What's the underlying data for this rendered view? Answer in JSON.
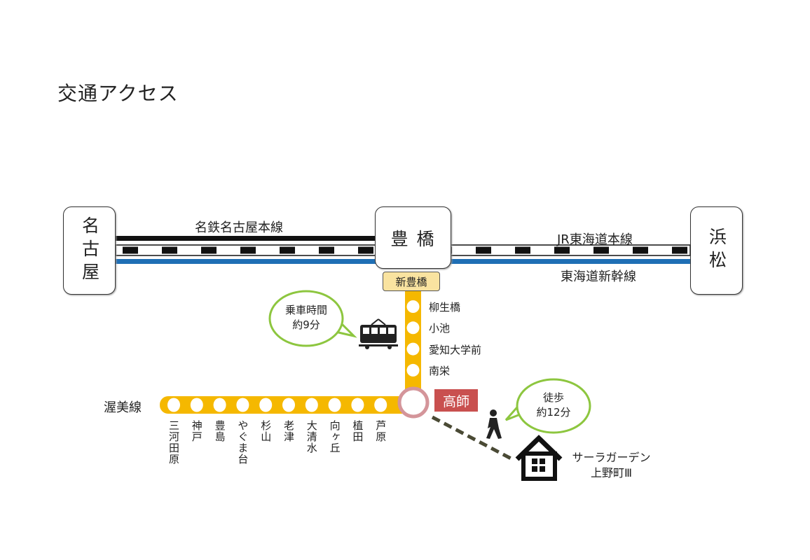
{
  "title": "交通アクセス",
  "cities": {
    "nagoya": "名古屋",
    "toyohashi": "豊 橋",
    "hamamatsu": "浜松"
  },
  "lines": {
    "meitetsu": "名鉄名古屋本線",
    "jr": "JR東海道本線",
    "shinkansen": "東海道新幹線",
    "atsumi": "渥美線"
  },
  "shin_toyohashi": "新豊橋",
  "vertical_stations": [
    "柳生橋",
    "小池",
    "愛知大学前",
    "南栄"
  ],
  "horizontal_stations": [
    "三河田原",
    "神戸",
    "豊島",
    "やぐま台",
    "杉山",
    "老津",
    "大清水",
    "向ヶ丘",
    "植田",
    "芦原"
  ],
  "takashi": "高師",
  "train_bubble": {
    "line1": "乗車時間",
    "line2": "約9分"
  },
  "walk_bubble": {
    "line1": "徒歩",
    "line2": "約12分"
  },
  "destination": {
    "line1": "サーラガーデン",
    "line2": "上野町Ⅲ"
  },
  "colors": {
    "atsumi": "#f5b800",
    "shinkansen": "#1f6fb5",
    "bubble": "#8dc63f",
    "takashi": "#c9504f",
    "takashi_ring": "#d4959a",
    "shin_toyohashi_bg": "#f9e3a0"
  }
}
